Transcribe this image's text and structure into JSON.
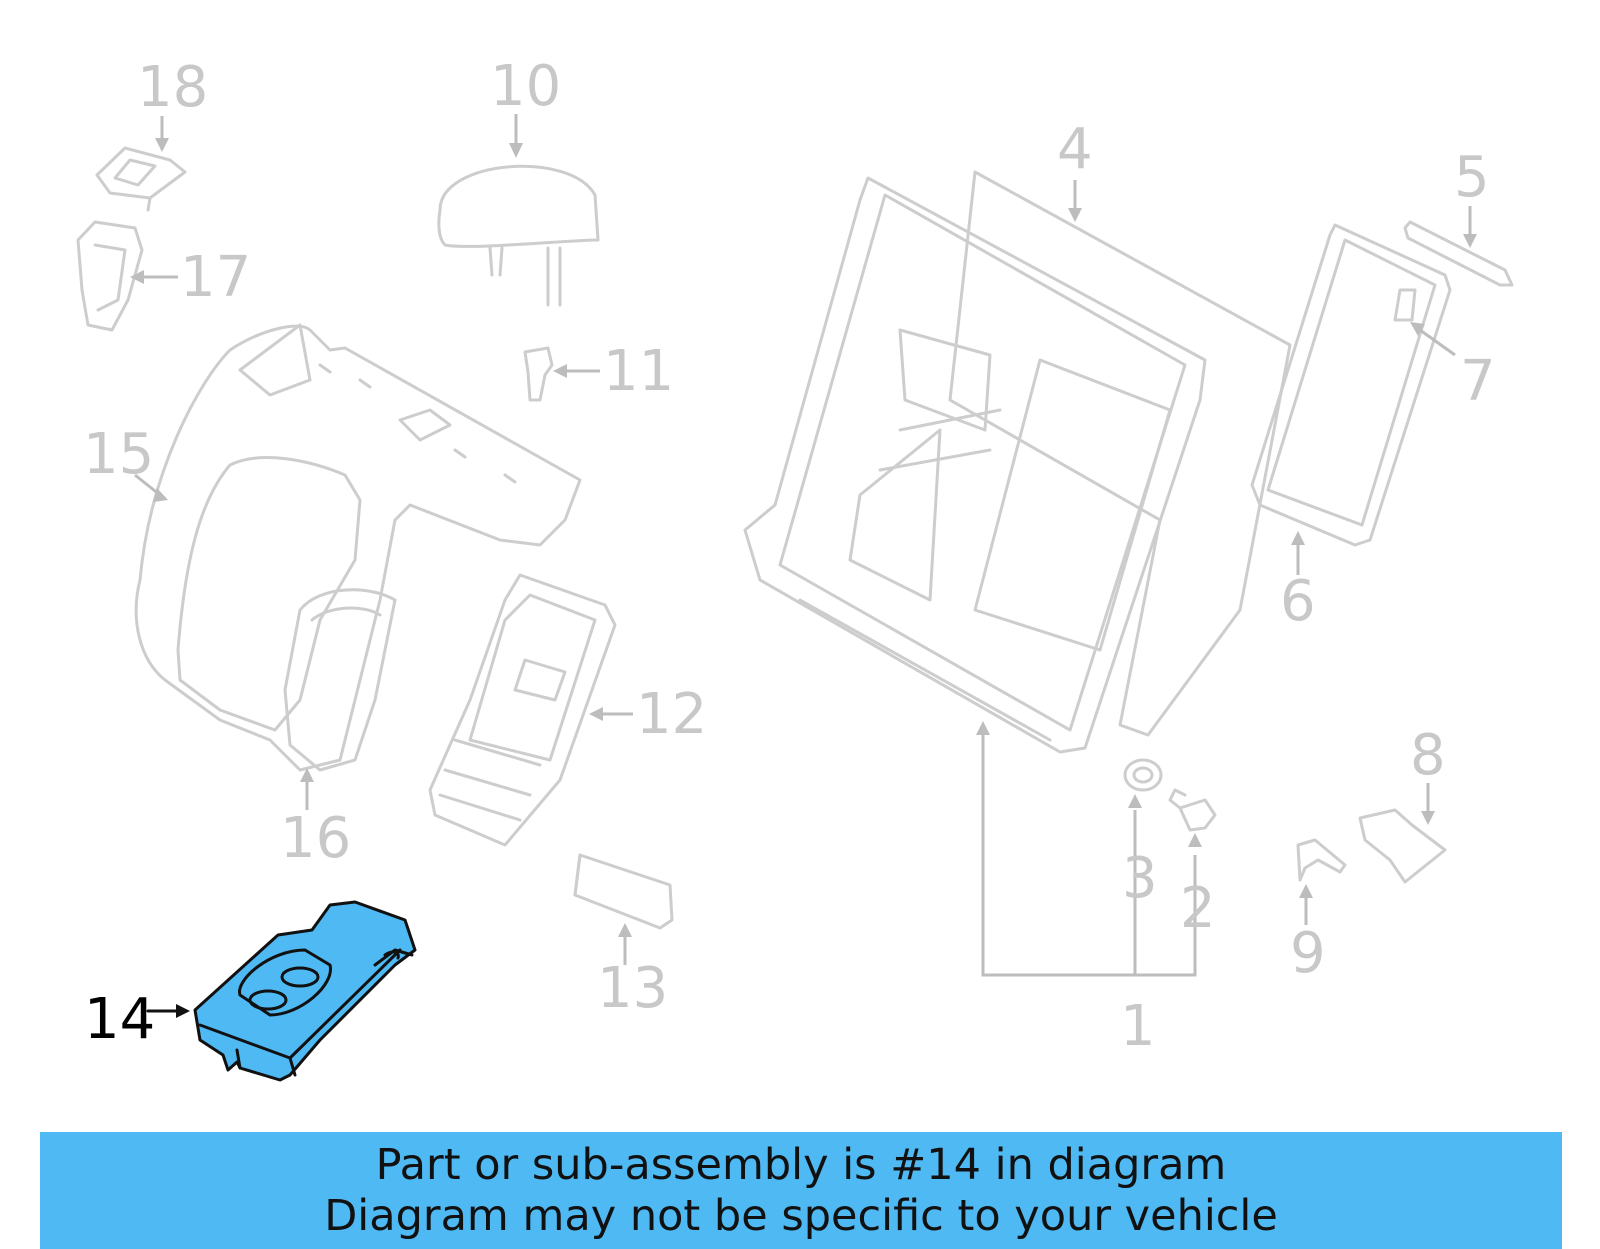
{
  "callouts": {
    "c1": "1",
    "c2": "2",
    "c3": "3",
    "c4": "4",
    "c5": "5",
    "c6": "6",
    "c7": "7",
    "c8": "8",
    "c9": "9",
    "c10": "10",
    "c11": "11",
    "c12": "12",
    "c13": "13",
    "c14": "14",
    "c15": "15",
    "c16": "16",
    "c17": "17",
    "c18": "18"
  },
  "highlighted_part": "14",
  "colors": {
    "highlight": "#4fb9f3",
    "inactive": "#c8c8c8",
    "active_label": "#000000"
  },
  "banner": {
    "line1": "Part or sub-assembly is #14 in diagram",
    "line2": "Diagram may not be specific to your vehicle"
  }
}
